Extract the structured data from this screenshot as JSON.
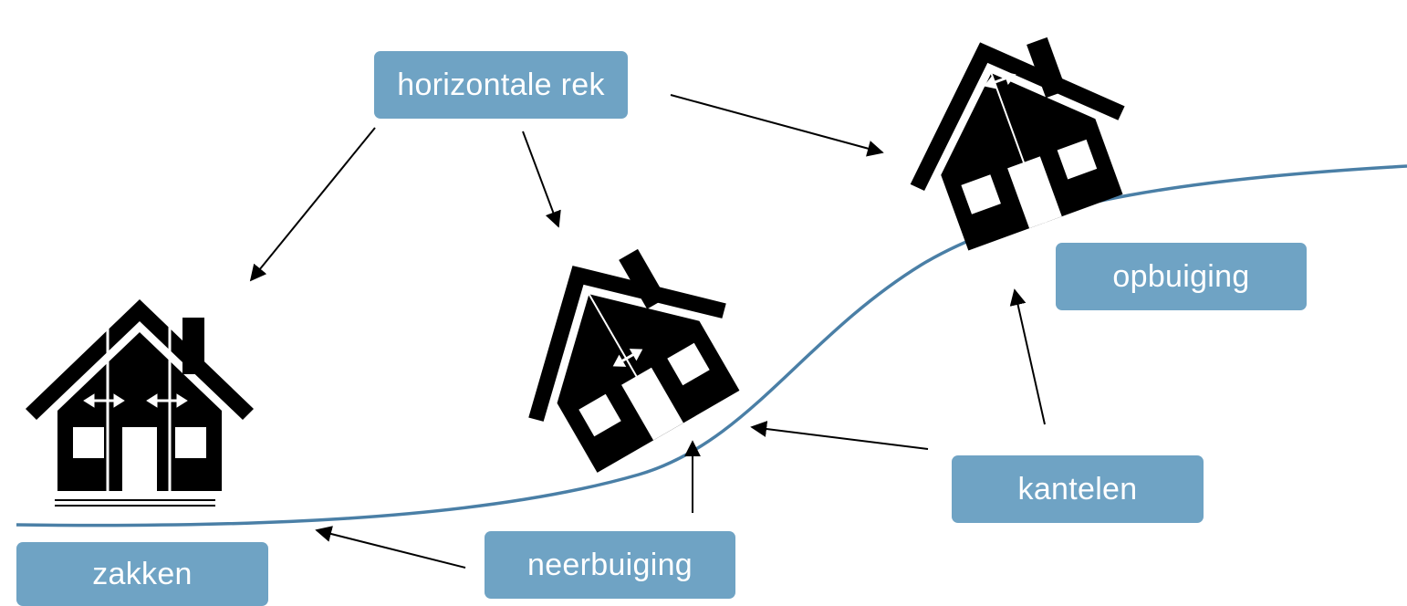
{
  "labels": {
    "horizontal_stretch": "horizontale rek",
    "upward_bending": "opbuiging",
    "tilting": "kantelen",
    "downward_bending": "neerbuiging",
    "subsidence": "zakken"
  },
  "colors": {
    "label_background": "#6fa3c4",
    "label_text": "#ffffff",
    "ground_line": "#4a7fa6",
    "house": "#000000",
    "arrow": "#000000"
  },
  "icons": [
    "house-icon",
    "double-arrow-icon"
  ]
}
